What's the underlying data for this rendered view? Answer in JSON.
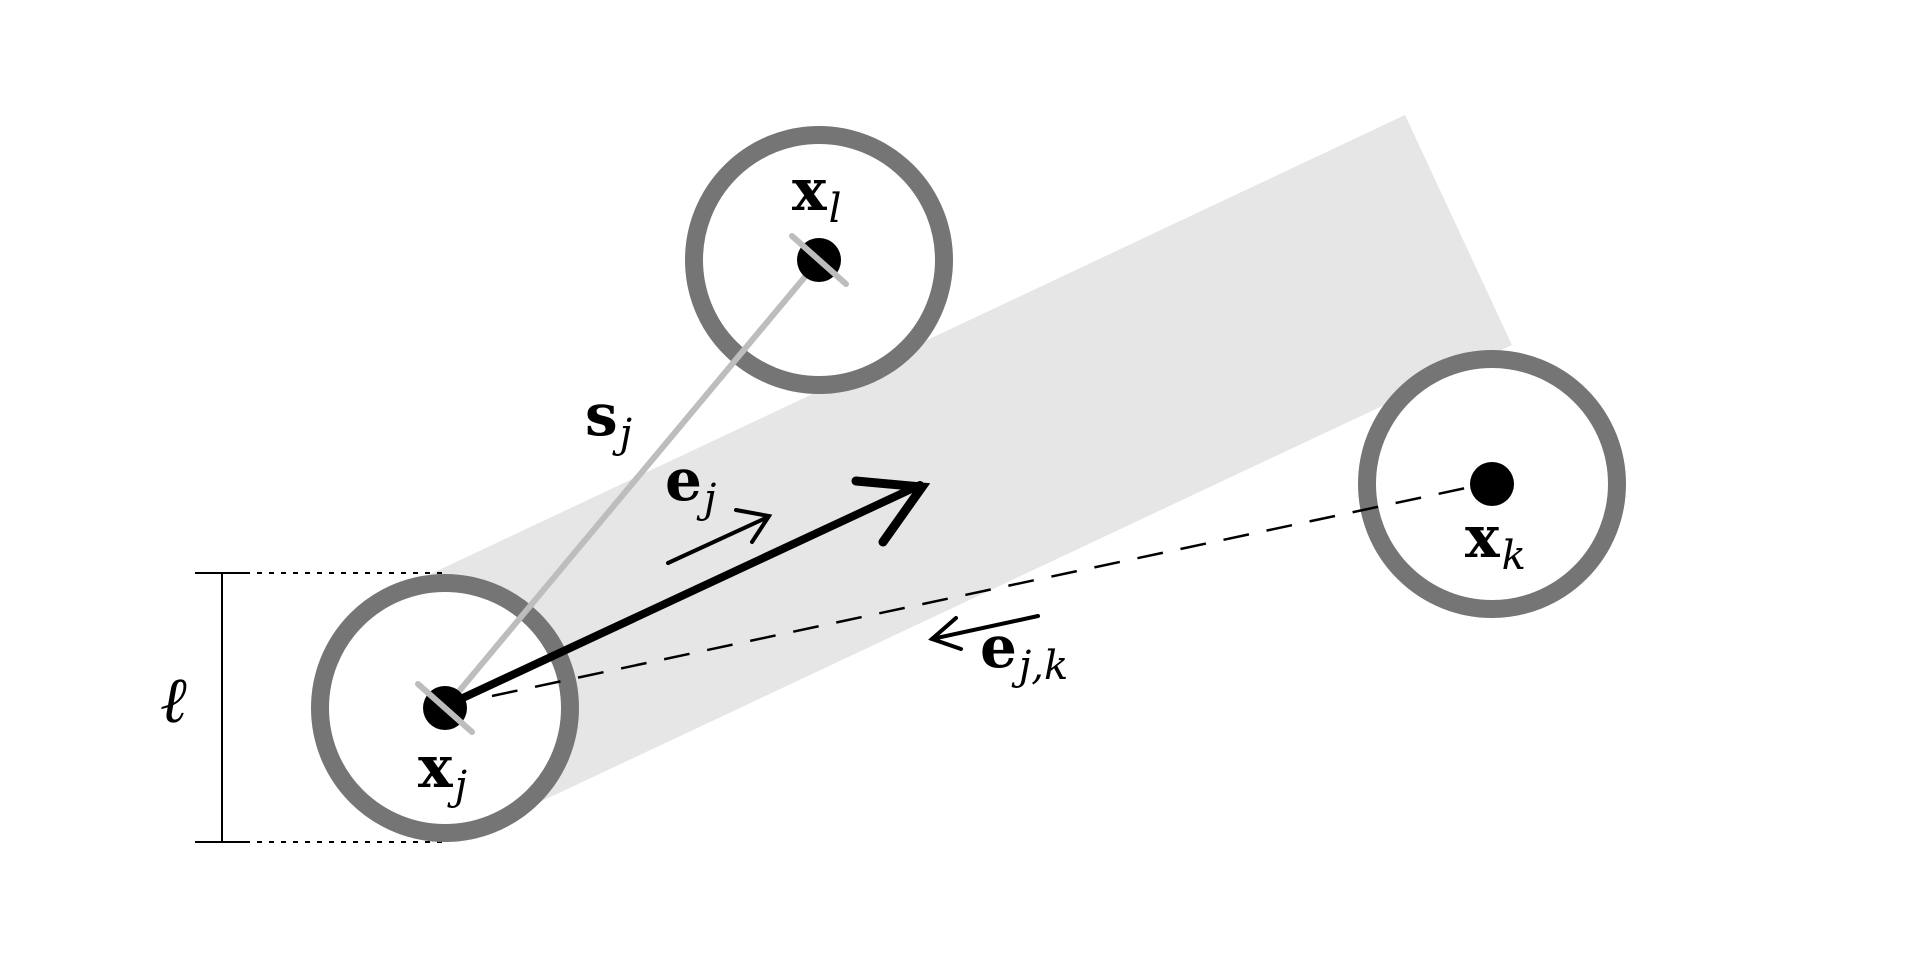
{
  "diagram": {
    "labels": {
      "x_j": {
        "base": "x",
        "sub": "j"
      },
      "x_l": {
        "base": "x",
        "sub": "l"
      },
      "x_k": {
        "base": "x",
        "sub": "k"
      },
      "s_j": {
        "base": "s",
        "sub": "j"
      },
      "e_j": {
        "base": "e",
        "sub": "j"
      },
      "e_jk": {
        "base": "e",
        "sub": "j,k"
      },
      "ell": "ℓ"
    },
    "colors": {
      "ring": "#757575",
      "band": "#e6e6e6",
      "s_line": "#bdbdbd",
      "ink": "#000000"
    }
  }
}
